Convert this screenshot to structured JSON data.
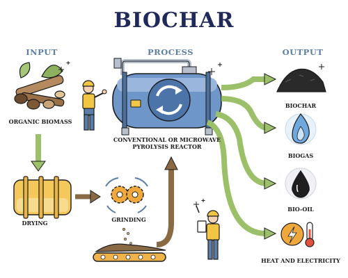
{
  "title": "BIOCHAR",
  "columns": {
    "input": "INPUT",
    "process": "PROCESS",
    "output": "OUTPUT"
  },
  "input": {
    "organic_biomass": "ORGANIC BIOMASS",
    "drying": "DRYING",
    "grinding": "GRINDING"
  },
  "process": {
    "reactor_line1": "CONVENTIONAL OR MICROWAVE",
    "reactor_line2": "PYROLYSIS REACTOR"
  },
  "output": {
    "biochar": "BIOCHAR",
    "biogas": "BIOGAS",
    "bio_oil": "BIO-OIL",
    "heat": "HEAT AND ELECTRICITY"
  },
  "colors": {
    "title": "#1f2a5a",
    "column_heading": "#5a7ea8",
    "arrow_green": "#9cc06a",
    "arrow_brown": "#8a6a44",
    "reactor_blue": "#6f96c8",
    "pipe": "#b5c0cc",
    "flame": "#6ea8dc",
    "drying_yellow": "#f4c85a",
    "gear_orange": "#f0a83c",
    "worker_vest": "#f1c644"
  },
  "icons": [
    "biomass-icon",
    "worker-icon",
    "reactor-icon",
    "recycle-icon",
    "drying-drum-icon",
    "gears-icon",
    "conveyor-icon",
    "charcoal-pile-icon",
    "gas-flame-icon",
    "oil-drop-icon",
    "lightning-icon",
    "thermometer-icon",
    "sparkle-icon"
  ]
}
